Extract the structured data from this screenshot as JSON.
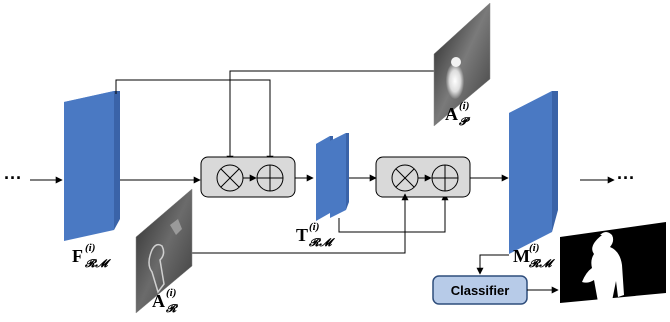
{
  "diagram": {
    "left_ellipsis": "···",
    "right_ellipsis": "···",
    "classifier_label": "Classifier",
    "labels": {
      "f_rm": {
        "main": "F",
        "sup": "(i)",
        "sub": "𝓡𝓜"
      },
      "t_rm": {
        "main": "T",
        "sup": "(i)",
        "sub": "𝓡𝓜"
      },
      "m_rm": {
        "main": "M",
        "sup": "(i)",
        "sub": "𝓡𝓜"
      },
      "a_p": {
        "main": "A",
        "sup": "(i)",
        "sub": "𝓟"
      },
      "a_r": {
        "main": "A",
        "sup": "(i)",
        "sub": "𝓡"
      }
    },
    "colors": {
      "block_front": "#4a79c3",
      "block_side": "#3a63a8",
      "block_top": "#6f98d8",
      "op_box": "#d9d9d9",
      "classifier_fill": "#b7cbe8",
      "classifier_stroke": "#2f4e7c"
    },
    "operators": [
      "multiply",
      "add",
      "multiply",
      "add"
    ]
  }
}
